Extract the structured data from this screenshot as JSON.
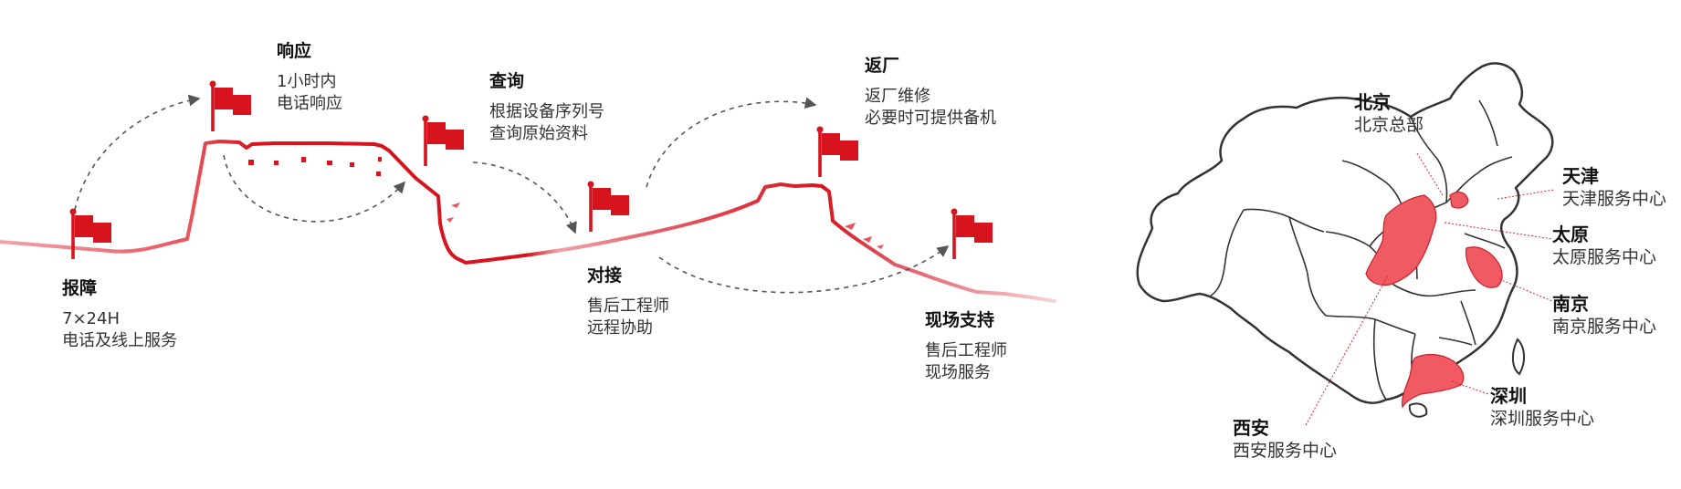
{
  "colors": {
    "accent": "#d7141e",
    "wall_light": "#ee9aa0",
    "region_fill": "#f05a63",
    "map_stroke": "#333333",
    "leader": "#e02030",
    "arrow": "#555555"
  },
  "steps": [
    {
      "title": "报障",
      "line1": "7×24H",
      "line2": "电话及线上服务"
    },
    {
      "title": "响应",
      "line1": "1小时内",
      "line2": "电话响应"
    },
    {
      "title": "查询",
      "line1": "根据设备序列号",
      "line2": "查询原始资料"
    },
    {
      "title": "对接",
      "line1": "售后工程师",
      "line2": "远程协助"
    },
    {
      "title": "返厂",
      "line1": "返厂维修",
      "line2": "必要时可提供备机"
    },
    {
      "title": "现场支持",
      "line1": "售后工程师",
      "line2": "现场服务"
    }
  ],
  "flag_icon": "flag-icon",
  "centers": [
    {
      "name": "北京",
      "desc": "北京总部"
    },
    {
      "name": "天津",
      "desc": "天津服务中心"
    },
    {
      "name": "太原",
      "desc": "太原服务中心"
    },
    {
      "name": "南京",
      "desc": "南京服务中心"
    },
    {
      "name": "深圳",
      "desc": "深圳服务中心"
    },
    {
      "name": "西安",
      "desc": "西安服务中心"
    }
  ]
}
